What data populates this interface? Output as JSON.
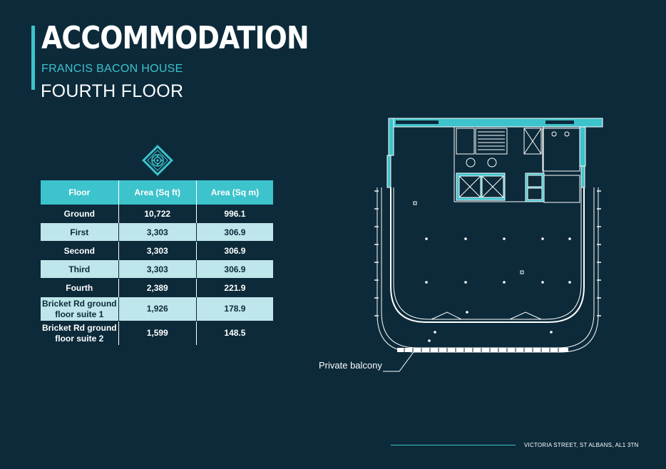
{
  "header": {
    "title": "ACCOMMODATION",
    "subtitle": "FRANCIS BACON HOUSE",
    "floor": "FOURTH FLOOR"
  },
  "logo": {
    "icon": "rose-emblem-icon"
  },
  "table": {
    "headers": [
      "Floor",
      "Area (Sq ft)",
      "Area (Sq m)"
    ],
    "rows": [
      {
        "floor": "Ground",
        "sqft": "10,722",
        "sqm": "996.1"
      },
      {
        "floor": "First",
        "sqft": "3,303",
        "sqm": "306.9"
      },
      {
        "floor": "Second",
        "sqft": "3,303",
        "sqm": "306.9"
      },
      {
        "floor": "Third",
        "sqft": "3,303",
        "sqm": "306.9"
      },
      {
        "floor": "Fourth",
        "sqft": "2,389",
        "sqm": "221.9"
      },
      {
        "floor_l1": "Bricket Rd ground",
        "floor_l2": "floor suite 1",
        "sqft": "1,926",
        "sqm": "178.9"
      },
      {
        "floor_l1": "Bricket Rd ground",
        "floor_l2": "floor suite 2",
        "sqft": "1,599",
        "sqm": "148.5"
      }
    ]
  },
  "plan": {
    "label": "Private balcony"
  },
  "footer": {
    "address": "VICTORIA STREET, ST ALBANS,  AL1 3TN"
  },
  "colors": {
    "background": "#0c2a3a",
    "accent": "#3cc3cb",
    "light_row": "#bfe6ea"
  }
}
